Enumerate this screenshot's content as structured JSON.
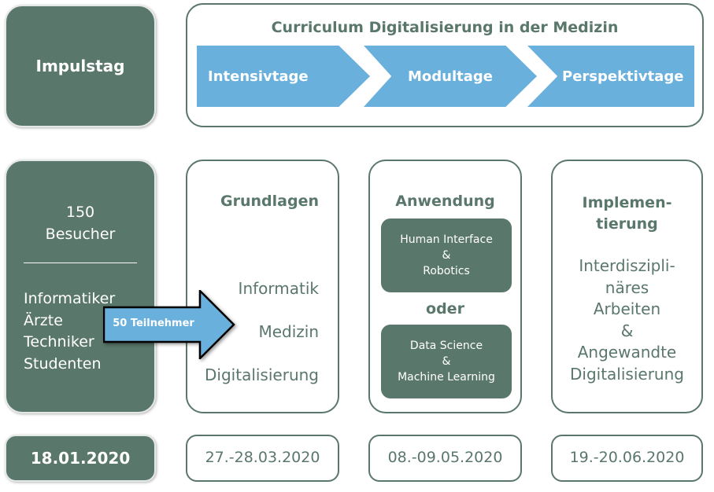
{
  "impulstag": {
    "label": "Impulstag",
    "visitors_count": "150",
    "visitors_label": "Besucher",
    "groups": [
      "Informatiker",
      "Ärzte",
      "Techniker",
      "Studenten"
    ],
    "date": "18.01.2020"
  },
  "curriculum": {
    "title": "Curriculum Digitalisierung in der Medizin",
    "phases": [
      "Intensivtage",
      "Modultage",
      "Perspektivtage"
    ]
  },
  "arrow": {
    "label": "50 Teilnehmer"
  },
  "grundlagen": {
    "title": "Grundlagen",
    "items": [
      "Informatik",
      "Medizin",
      "Digitalisierung"
    ],
    "date": "27.-28.03.2020"
  },
  "anwendung": {
    "title": "Anwendung",
    "option1": [
      "Human Interface",
      "&",
      "Robotics"
    ],
    "or": "oder",
    "option2": [
      "Data Science",
      "&",
      "Machine Learning"
    ],
    "date": "08.-09.05.2020"
  },
  "implementierung": {
    "title_lines": [
      "Implemen-",
      "tierung"
    ],
    "lines": [
      "Interdiszipli-",
      "näres",
      "Arbeiten",
      "&",
      "Angewandte",
      "Digitalisierung"
    ],
    "date": "19.-20.06.2020"
  },
  "colors": {
    "green": "#5a776b",
    "blue": "#6ab0dc"
  }
}
